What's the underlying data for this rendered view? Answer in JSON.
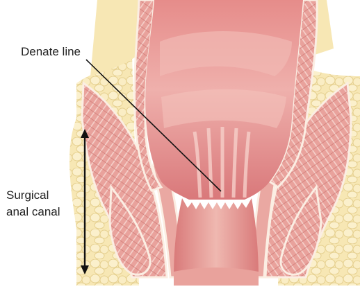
{
  "labels": {
    "denate_line": "Denate line",
    "surgical_line1": "Surgical",
    "surgical_line2": "anal canal"
  },
  "colors": {
    "fat": "#f7e7b4",
    "fat_cell_stroke": "#e5cf8e",
    "muscle": "#e9a29c",
    "muscle_dark": "#c8706c",
    "lumen": "#d9787a",
    "lumen_light": "#efb0ac",
    "mucosa": "#f2c3bd",
    "membrane": "#fbeee3",
    "leader": "#111111"
  }
}
